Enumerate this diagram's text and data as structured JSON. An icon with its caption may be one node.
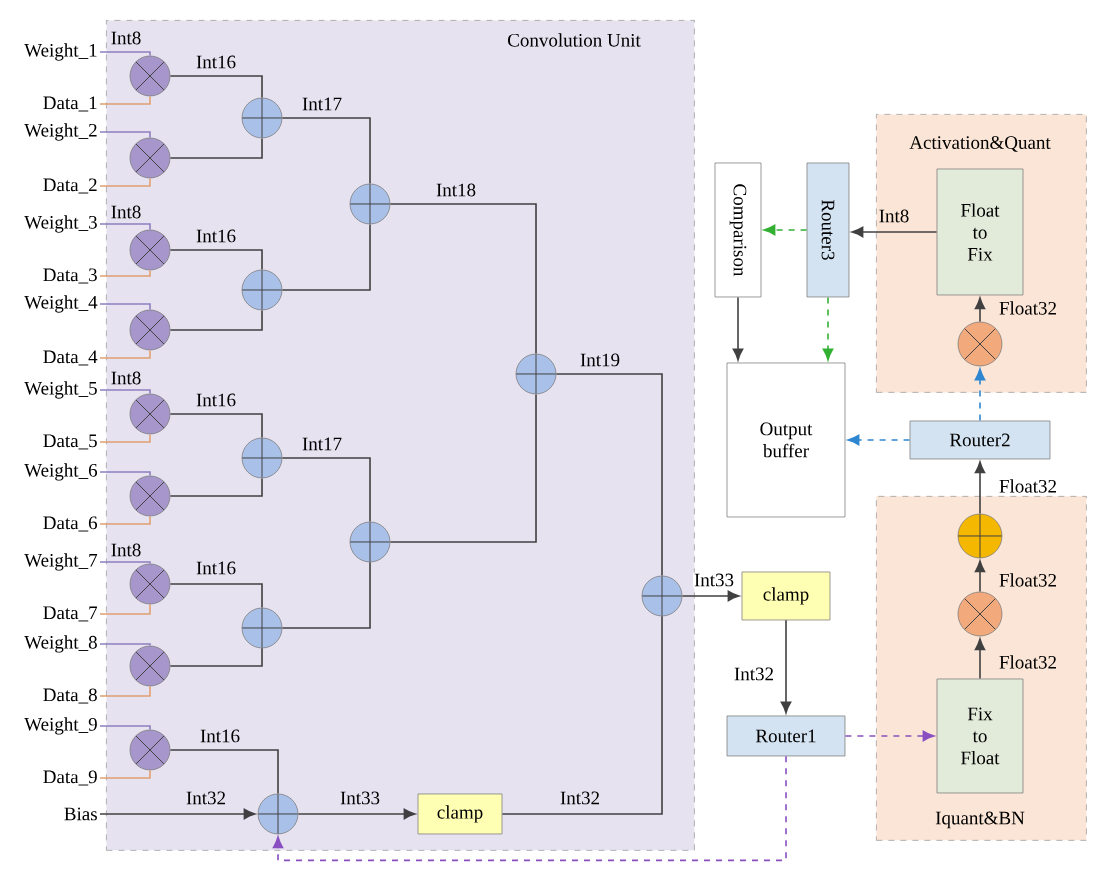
{
  "diagram": {
    "nodes": [
      {
        "text": [
          "Convolution Unit"
        ]
      },
      {
        "text": [
          "Weight_1"
        ]
      },
      {
        "text": [
          "Data_1"
        ]
      },
      {
        "text": [
          "Weight_2"
        ]
      },
      {
        "text": [
          "Data_2"
        ]
      },
      {
        "text": [
          "Weight_3"
        ]
      },
      {
        "text": [
          "Data_3"
        ]
      },
      {
        "text": [
          "Weight_4"
        ]
      },
      {
        "text": [
          "Data_4"
        ]
      },
      {
        "text": [
          "Weight_5"
        ]
      },
      {
        "text": [
          "Data_5"
        ]
      },
      {
        "text": [
          "Weight_6"
        ]
      },
      {
        "text": [
          "Data_6"
        ]
      },
      {
        "text": [
          "Weight_7"
        ]
      },
      {
        "text": [
          "Data_7"
        ]
      },
      {
        "text": [
          "Weight_8"
        ]
      },
      {
        "text": [
          "Data_8"
        ]
      },
      {
        "text": [
          "Weight_9"
        ]
      },
      {
        "text": [
          "Data_9"
        ]
      },
      {
        "text": [
          "Bias"
        ]
      },
      {
        "text": [],
        "shape": "circle",
        "in": 0
      },
      {
        "text": [],
        "shape": "circle",
        "in": 0
      },
      {
        "text": [],
        "shape": "circle",
        "in": 0
      },
      {
        "text": [],
        "shape": "circle",
        "in": 0
      },
      {
        "text": [],
        "shape": "circle",
        "in": 0
      },
      {
        "text": [],
        "shape": "circle",
        "in": 0
      },
      {
        "text": [],
        "shape": "circle",
        "in": 0
      },
      {
        "text": [],
        "shape": "circle",
        "in": 0
      },
      {
        "text": [],
        "shape": "circle",
        "in": 0
      },
      {
        "text": [],
        "shape": "circle",
        "in": 0
      },
      {
        "text": [],
        "shape": "circle",
        "in": 0
      },
      {
        "text": [],
        "shape": "circle",
        "in": 0
      },
      {
        "text": [],
        "shape": "circle",
        "in": 0
      },
      {
        "text": [],
        "shape": "circle",
        "in": 0
      },
      {
        "text": [],
        "shape": "circle",
        "in": 0
      },
      {
        "text": [],
        "shape": "circle",
        "in": 0
      },
      {
        "text": [],
        "shape": "circle",
        "in": 0
      },
      {
        "text": [],
        "shape": "circle",
        "in": 0
      },
      {
        "text": [
          "clamp"
        ],
        "in": 0
      },
      {
        "text": [
          "Activation&Quant"
        ]
      },
      {
        "text": [
          "Float to Fix"
        ],
        "in": 39
      },
      {
        "text": [],
        "shape": "circle",
        "in": 39
      },
      {
        "text": [
          "Comparison"
        ]
      },
      {
        "text": [
          "Router3"
        ]
      },
      {
        "text": [
          "Output buffer"
        ]
      },
      {
        "text": [
          "Router2"
        ]
      },
      {
        "text": [
          "Iquant&BN"
        ]
      },
      {
        "text": [],
        "shape": "circle",
        "in": 46
      },
      {
        "text": [],
        "shape": "circle",
        "in": 46
      },
      {
        "text": [
          "Fix to Float"
        ],
        "in": 46
      },
      {
        "text": [
          "clamp"
        ]
      },
      {
        "text": [
          "Router1"
        ]
      }
    ],
    "edges": [
      {
        "from": 1,
        "to": 20,
        "arrow": "none",
        "label": "Int8",
        "color": "#8f7fc0"
      },
      {
        "from": 2,
        "to": 20,
        "arrow": "none",
        "color": "#e0a070"
      },
      {
        "from": 3,
        "to": 21,
        "arrow": "none",
        "color": "#8f7fc0"
      },
      {
        "from": 4,
        "to": 21,
        "arrow": "none",
        "color": "#e0a070"
      },
      {
        "from": 5,
        "to": 22,
        "arrow": "none",
        "label": "Int8",
        "color": "#8f7fc0"
      },
      {
        "from": 6,
        "to": 22,
        "arrow": "none",
        "color": "#e0a070"
      },
      {
        "from": 7,
        "to": 23,
        "arrow": "none",
        "color": "#8f7fc0"
      },
      {
        "from": 8,
        "to": 23,
        "arrow": "none",
        "color": "#e0a070"
      },
      {
        "from": 9,
        "to": 24,
        "arrow": "none",
        "label": "Int8",
        "color": "#8f7fc0"
      },
      {
        "from": 10,
        "to": 24,
        "arrow": "none",
        "color": "#e0a070"
      },
      {
        "from": 11,
        "to": 25,
        "arrow": "none",
        "color": "#8f7fc0"
      },
      {
        "from": 12,
        "to": 25,
        "arrow": "none",
        "color": "#e0a070"
      },
      {
        "from": 13,
        "to": 26,
        "arrow": "none",
        "label": "Int8",
        "color": "#8f7fc0"
      },
      {
        "from": 14,
        "to": 26,
        "arrow": "none",
        "color": "#e0a070"
      },
      {
        "from": 15,
        "to": 27,
        "arrow": "none",
        "color": "#8f7fc0"
      },
      {
        "from": 16,
        "to": 27,
        "arrow": "none",
        "color": "#e0a070"
      },
      {
        "from": 17,
        "to": 28,
        "arrow": "none",
        "color": "#8f7fc0"
      },
      {
        "from": 18,
        "to": 28,
        "arrow": "none",
        "color": "#e0a070"
      },
      {
        "from": 20,
        "to": 29,
        "arrow": "none",
        "label": "Int16"
      },
      {
        "from": 21,
        "to": 29,
        "arrow": "none"
      },
      {
        "from": 22,
        "to": 30,
        "arrow": "none",
        "label": "Int16"
      },
      {
        "from": 23,
        "to": 30,
        "arrow": "none"
      },
      {
        "from": 24,
        "to": 31,
        "arrow": "none",
        "label": "Int16"
      },
      {
        "from": 25,
        "to": 31,
        "arrow": "none"
      },
      {
        "from": 26,
        "to": 32,
        "arrow": "none",
        "label": "Int16"
      },
      {
        "from": 27,
        "to": 32,
        "arrow": "none"
      },
      {
        "from": 29,
        "to": 33,
        "arrow": "none",
        "label": "Int17"
      },
      {
        "from": 30,
        "to": 33,
        "arrow": "none"
      },
      {
        "from": 31,
        "to": 34,
        "arrow": "none",
        "label": "Int17"
      },
      {
        "from": 32,
        "to": 34,
        "arrow": "none"
      },
      {
        "from": 33,
        "to": 35,
        "arrow": "none",
        "label": "Int18"
      },
      {
        "from": 34,
        "to": 35,
        "arrow": "none"
      },
      {
        "from": 35,
        "to": 36,
        "arrow": "none",
        "label": "Int19"
      },
      {
        "from": 28,
        "to": 37,
        "arrow": "none",
        "label": "Int16"
      },
      {
        "from": 19,
        "to": 37,
        "arrow": "to",
        "label": "Int32"
      },
      {
        "from": 37,
        "to": 38,
        "arrow": "to",
        "label": "Int33"
      },
      {
        "from": 38,
        "to": 36,
        "arrow": "none",
        "label": "Int32"
      },
      {
        "from": 36,
        "to": 50,
        "arrow": "to",
        "label": "Int33"
      },
      {
        "from": 50,
        "to": 51,
        "arrow": "to",
        "label": "Int32"
      },
      {
        "from": 51,
        "to": 49,
        "arrow": "to",
        "style": "dashed",
        "color": "#8a4fc0"
      },
      {
        "from": 51,
        "to": 37,
        "arrow": "to",
        "style": "dashed",
        "color": "#8a4fc0"
      },
      {
        "from": 49,
        "to": 48,
        "arrow": "to",
        "label": "Float32"
      },
      {
        "from": 48,
        "to": 47,
        "arrow": "to",
        "label": "Float32"
      },
      {
        "from": 47,
        "to": 45,
        "arrow": "to",
        "label": "Float32"
      },
      {
        "from": 45,
        "to": 44,
        "arrow": "to",
        "style": "dashed",
        "color": "#2e86d0"
      },
      {
        "from": 45,
        "to": 41,
        "arrow": "to",
        "style": "dashed",
        "color": "#2e86d0"
      },
      {
        "from": 41,
        "to": 40,
        "arrow": "to",
        "label": "Float32"
      },
      {
        "from": 40,
        "to": 43,
        "arrow": "to",
        "label": "Int8"
      },
      {
        "from": 43,
        "to": 42,
        "arrow": "to",
        "style": "dashed",
        "color": "#33b033"
      },
      {
        "from": 43,
        "to": 44,
        "arrow": "to",
        "style": "dashed",
        "color": "#33b033"
      },
      {
        "from": 42,
        "to": 44,
        "arrow": "to"
      }
    ]
  }
}
